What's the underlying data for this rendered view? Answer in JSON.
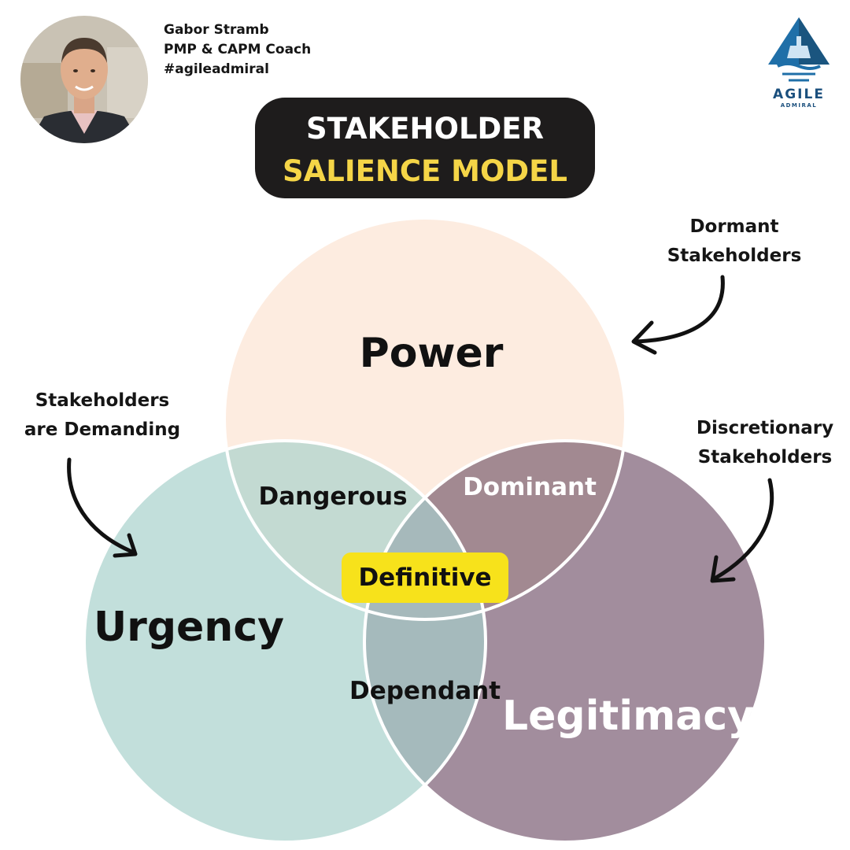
{
  "author": {
    "name": "Gabor Stramb",
    "role": "PMP & CAPM Coach",
    "handle": "#agileadmiral"
  },
  "logo": {
    "word": "AGILE",
    "sub": "ADMIRAL"
  },
  "title": {
    "line1": "STAKEHOLDER",
    "line2": "SALIENCE MODEL"
  },
  "venn": {
    "power": "Power",
    "urgency": "Urgency",
    "legitimacy": "Legitimacy",
    "dangerous": "Dangerous",
    "dominant": "Dominant",
    "dependant": "Dependant",
    "definitive": "Definitive"
  },
  "notes": {
    "dormant": [
      "Dormant",
      "Stakeholders"
    ],
    "demanding": [
      "Stakeholders",
      "are Demanding"
    ],
    "discretionary": [
      "Discretionary",
      "Stakeholders"
    ]
  },
  "colors": {
    "power": "#fdece0",
    "urgency": "#c2dfdb",
    "legitimacy": "#a28d9d",
    "power_urgency": "#c3dad2",
    "power_legitimacy": "#a28991",
    "urgency_legitimacy": "#a5babc",
    "center": "#a6b9bb",
    "title_bg": "#1e1c1c",
    "title_accent": "#f5d547",
    "definitive_bg": "#f7e21b"
  }
}
